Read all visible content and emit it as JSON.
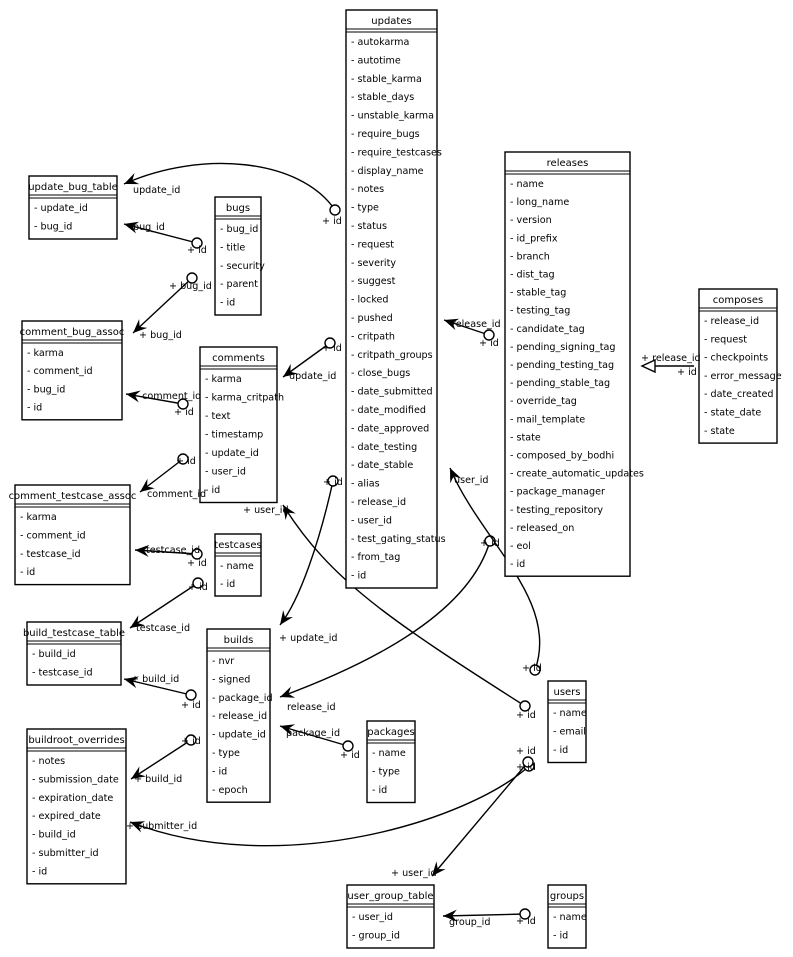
{
  "tables": [
    {
      "id": "updates",
      "name": "updates",
      "fields": [
        "- autokarma",
        "- autotime",
        "- stable_karma",
        "- stable_days",
        "- unstable_karma",
        "- require_bugs",
        "- require_testcases",
        "- display_name",
        "- notes",
        "- type",
        "- status",
        "- request",
        "- severity",
        "- suggest",
        "- locked",
        "- pushed",
        "- critpath",
        "- critpath_groups",
        "- close_bugs",
        "- date_submitted",
        "- date_modified",
        "- date_approved",
        "- date_testing",
        "- date_stable",
        "- alias",
        "- release_id",
        "- user_id",
        "- test_gating_status",
        "- from_tag",
        "- id"
      ]
    },
    {
      "id": "releases",
      "name": "releases",
      "fields": [
        "- name",
        "- long_name",
        "- version",
        "- id_prefix",
        "- branch",
        "- dist_tag",
        "- stable_tag",
        "- testing_tag",
        "- candidate_tag",
        "- pending_signing_tag",
        "- pending_testing_tag",
        "- pending_stable_tag",
        "- override_tag",
        "- mail_template",
        "- state",
        "- composed_by_bodhi",
        "- create_automatic_updates",
        "- package_manager",
        "- testing_repository",
        "- released_on",
        "- eol",
        "- id"
      ]
    },
    {
      "id": "composes",
      "name": "composes",
      "fields": [
        "- release_id",
        "- request",
        "- checkpoints",
        "- error_message",
        "- date_created",
        "- state_date",
        "- state"
      ]
    },
    {
      "id": "update_bug_table",
      "name": "update_bug_table",
      "fields": [
        "- update_id",
        "- bug_id"
      ]
    },
    {
      "id": "bugs",
      "name": "bugs",
      "fields": [
        "- bug_id",
        "- title",
        "- security",
        "- parent",
        "- id"
      ]
    },
    {
      "id": "comment_bug_assoc",
      "name": "comment_bug_assoc",
      "fields": [
        "- karma",
        "- comment_id",
        "- bug_id",
        "- id"
      ]
    },
    {
      "id": "comments",
      "name": "comments",
      "fields": [
        "- karma",
        "- karma_critpath",
        "- text",
        "- timestamp",
        "- update_id",
        "- user_id",
        "- id"
      ]
    },
    {
      "id": "comment_testcase_assoc",
      "name": "comment_testcase_assoc",
      "fields": [
        "- karma",
        "- comment_id",
        "- testcase_id",
        "- id"
      ]
    },
    {
      "id": "testcases",
      "name": "testcases",
      "fields": [
        "- name",
        "- id"
      ]
    },
    {
      "id": "build_testcase_table",
      "name": "build_testcase_table",
      "fields": [
        "- build_id",
        "- testcase_id"
      ]
    },
    {
      "id": "builds",
      "name": "builds",
      "fields": [
        "- nvr",
        "- signed",
        "- package_id",
        "- release_id",
        "- update_id",
        "- type",
        "- id",
        "- epoch"
      ]
    },
    {
      "id": "packages",
      "name": "packages",
      "fields": [
        "- name",
        "- type",
        "- id"
      ]
    },
    {
      "id": "buildroot_overrides",
      "name": "buildroot_overrides",
      "fields": [
        "- notes",
        "- submission_date",
        "- expiration_date",
        "- expired_date",
        "- build_id",
        "- submitter_id",
        "- id"
      ]
    },
    {
      "id": "users",
      "name": "users",
      "fields": [
        "- name",
        "- email",
        "- id"
      ]
    },
    {
      "id": "user_group_table",
      "name": "user_group_table",
      "fields": [
        "- user_id",
        "- group_id"
      ]
    },
    {
      "id": "groups",
      "name": "groups",
      "fields": [
        "- name",
        "- id"
      ]
    }
  ],
  "relations": [
    {
      "id": "update_bug-updates",
      "from_label": "update_id",
      "to_label": "+ id"
    },
    {
      "id": "update_bug-bugs",
      "from_label": "bug_id",
      "to_label": "+ id"
    },
    {
      "id": "cba-bugs",
      "from_label": "+ bug_id",
      "to_label": "+ bug_id"
    },
    {
      "id": "comments-updates",
      "from_label": "update_id",
      "to_label": "+ id"
    },
    {
      "id": "cba-comments",
      "from_label": "+ comment_id",
      "to_label": "+ id"
    },
    {
      "id": "cta-comments",
      "from_label": "comment_id",
      "to_label": "+ id"
    },
    {
      "id": "comments-users",
      "from_label": "+ user_id",
      "to_label": "+ id"
    },
    {
      "id": "cta-testcases",
      "from_label": "testcase_id",
      "to_label": "+ id"
    },
    {
      "id": "btt-testcases",
      "from_label": "testcase_id",
      "to_label": "+ id"
    },
    {
      "id": "btt-builds",
      "from_label": "+ build_id",
      "to_label": "+ id"
    },
    {
      "id": "builds-updates",
      "from_label": "+ update_id",
      "to_label": "+ id"
    },
    {
      "id": "builds-releases",
      "from_label": "release_id",
      "to_label": "+ id"
    },
    {
      "id": "builds-packages",
      "from_label": "package_id",
      "to_label": "+ id"
    },
    {
      "id": "bo-builds",
      "from_label": "+ build_id",
      "to_label": "+ id"
    },
    {
      "id": "bo-users",
      "from_label": "+ submitter_id",
      "to_label": "+ id"
    },
    {
      "id": "updates-releases",
      "from_label": "release_id",
      "to_label": "+ id"
    },
    {
      "id": "updates-users",
      "from_label": "user_id",
      "to_label": "+ id"
    },
    {
      "id": "composes-releases",
      "from_label": "+ release_id",
      "to_label": "+ id"
    },
    {
      "id": "ugt-users",
      "from_label": "+ user_id",
      "to_label": "+ id"
    },
    {
      "id": "ugt-groups",
      "from_label": "group_id",
      "to_label": "+ id"
    }
  ]
}
